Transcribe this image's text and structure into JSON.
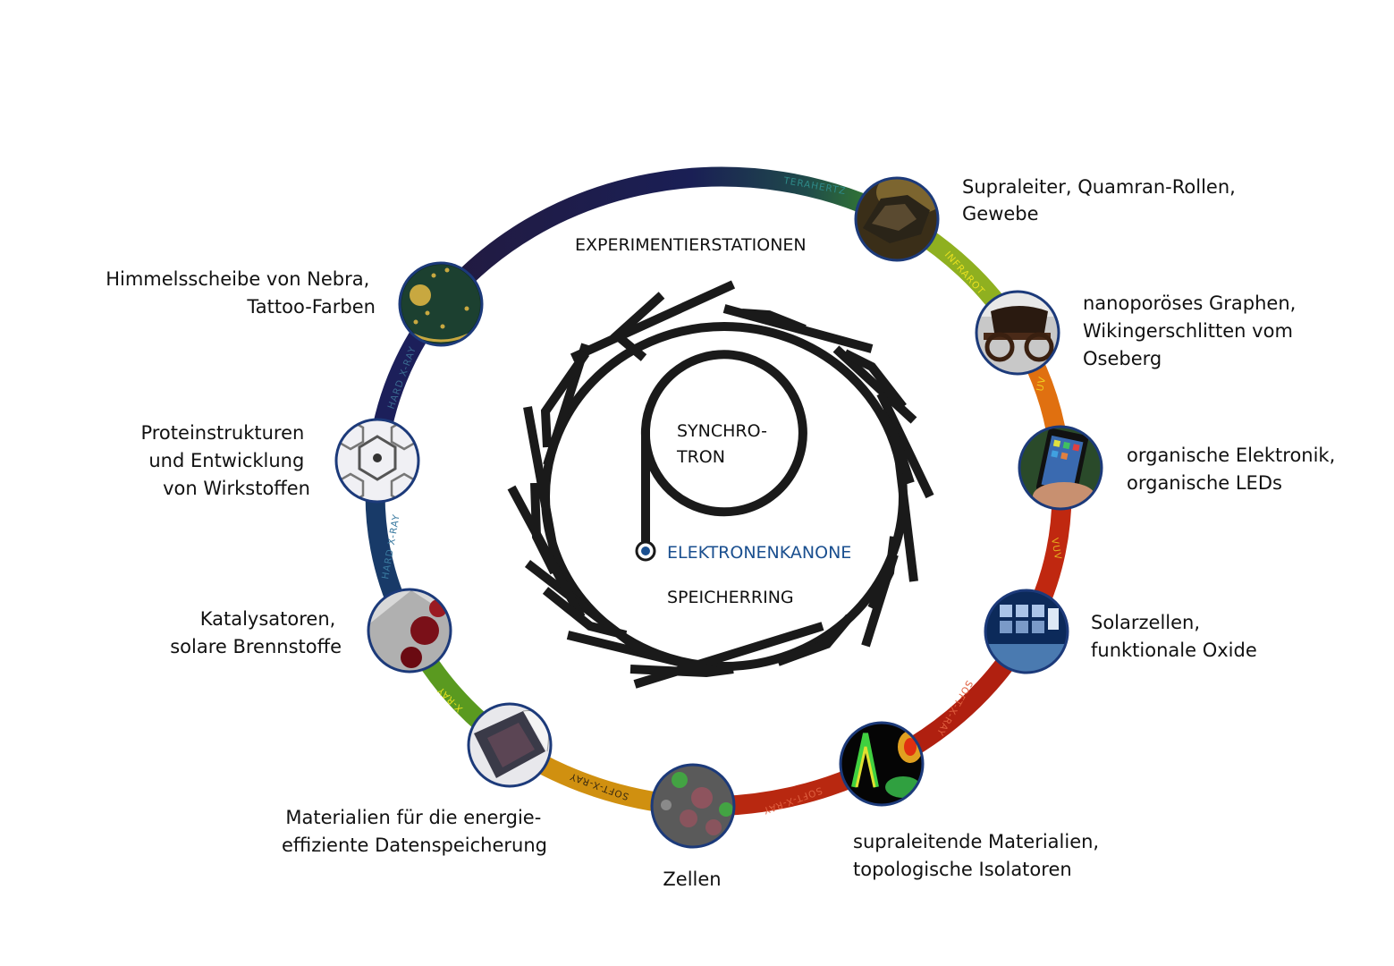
{
  "center": {
    "experimentierstationen": "EXPERIMENTIERSTATIONEN",
    "synchrotron_line1": "SYNCHRO-",
    "synchrotron_line2": "TRON",
    "elektronenkanone": "ELEKTRONENKANONE",
    "speicherring": "SPEICHERRING"
  },
  "bands": [
    {
      "label": "TERAHERTZ",
      "color": "#2e8a88"
    },
    {
      "label": "INFRAROT",
      "color": "#e8e020"
    },
    {
      "label": "UV",
      "color": "#f0d020"
    },
    {
      "label": "VUV",
      "color": "#e6b020"
    },
    {
      "label": "SOFT-X-RAY",
      "color": "#e06040"
    },
    {
      "label": "SOFT-X-RAY",
      "color": "#e06040"
    },
    {
      "label": "SOFT-X-RAY",
      "color": "#3a2a10"
    },
    {
      "label": "X-RAY",
      "color": "#e8e020"
    },
    {
      "label": "HARD X-RAY",
      "color": "#3a7aa0"
    },
    {
      "label": "HARD X-RAY",
      "color": "#3a6a90"
    }
  ],
  "stations": [
    {
      "id": "supraleiter",
      "icon": "rock-sample-icon",
      "lines": [
        "Supraleiter, Quamran-Rollen,",
        "Gewebe"
      ]
    },
    {
      "id": "graphen",
      "icon": "viking-sled-icon",
      "lines": [
        "nanoporöses Graphen,",
        "Wikingerschlitten vom",
        "Oseberg"
      ]
    },
    {
      "id": "elektronik",
      "icon": "smartphone-icon",
      "lines": [
        "organische Elektronik,",
        "organische LEDs"
      ]
    },
    {
      "id": "solarzellen",
      "icon": "solar-cell-icon",
      "lines": [
        "Solarzellen,",
        "funktionale Oxide"
      ]
    },
    {
      "id": "supraleitend",
      "icon": "spectrum-plot-icon",
      "lines": [
        "supraleitende Materialien,",
        "topologische Isolatoren"
      ]
    },
    {
      "id": "zellen",
      "icon": "cells-microscopy-icon",
      "lines": [
        "Zellen"
      ]
    },
    {
      "id": "datenspeicherung",
      "icon": "data-storage-film-icon",
      "lines": [
        "Materialien für die energie-",
        "effiziente Datenspeicherung"
      ]
    },
    {
      "id": "katalysatoren",
      "icon": "catalyst-surface-icon",
      "lines": [
        "Katalysatoren,",
        "solare Brennstoffe"
      ]
    },
    {
      "id": "proteine",
      "icon": "protein-structure-icon",
      "lines": [
        "Proteinstrukturen",
        "und Entwicklung",
        "von Wirkstoffen"
      ]
    },
    {
      "id": "nebra",
      "icon": "nebra-disk-icon",
      "lines": [
        "Himmelsscheibe von Nebra,",
        "Tattoo-Farben"
      ]
    }
  ],
  "colors": {
    "ring_text": "#111111",
    "gun_blue": "#1a4f8f",
    "ring_dark": "#1a1a1a"
  }
}
